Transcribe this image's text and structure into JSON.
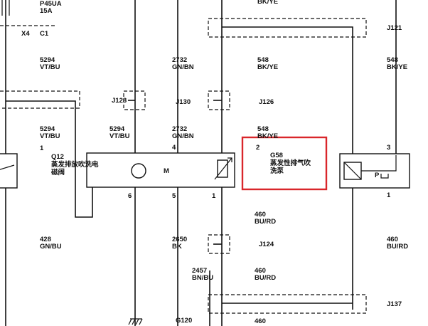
{
  "fuse": {
    "name": "P45UA",
    "rating": "15A"
  },
  "connector_top_left": {
    "id": "X4",
    "pin": "C1"
  },
  "wires": {
    "w5294_top": {
      "num": "5294",
      "color": "VT/BU"
    },
    "w5294_left_mid": {
      "num": "5294",
      "color": "VT/BU"
    },
    "w5294_center_mid": {
      "num": "5294",
      "color": "VT/BU"
    },
    "w2732_top": {
      "num": "2732",
      "color": "GN/BN"
    },
    "w2732_mid": {
      "num": "2732",
      "color": "GN/BN"
    },
    "w548_top": {
      "color": "BK/YE"
    },
    "w548_upper": {
      "num": "548",
      "color": "BK/YE"
    },
    "w548_mid": {
      "num": "548",
      "color": "BK/YE"
    },
    "w548_right": {
      "num": "548",
      "color": "BK/YE"
    },
    "w428": {
      "num": "428",
      "color": "GN/BU"
    },
    "w2650": {
      "num": "2650",
      "color": "BK"
    },
    "w2457": {
      "num": "2457",
      "color": "BN/BU"
    },
    "w460_a": {
      "num": "460",
      "color": "BU/RD"
    },
    "w460_b": {
      "num": "460",
      "color": "BU/RD"
    },
    "w460_right": {
      "num": "460",
      "color": "BU/RD"
    },
    "w460_bottom": {
      "num": "460"
    }
  },
  "junctions": {
    "j121": "J121",
    "j128": "J128",
    "j130": "J130",
    "j126": "J126",
    "j124": "J124",
    "j137": "J137"
  },
  "ground": "G120",
  "components": {
    "q12": {
      "id": "Q12",
      "name_line1": "蒸发排放吹洗电",
      "name_line2": "磁阀",
      "pin": "1"
    },
    "motor": {
      "letter": "M",
      "pin_top": "4",
      "pin_bl": "6",
      "pin_bm": "5",
      "pin_br": "1"
    },
    "g58": {
      "id": "G58",
      "name_line1": "蒸发性排气吹",
      "name_line2": "洗泵",
      "pin": "2"
    },
    "sensor": {
      "letter": "P",
      "pin_top": "3",
      "pin_bottom": "1"
    }
  },
  "colors": {
    "highlight": "#d9262b",
    "ink": "#111111"
  }
}
